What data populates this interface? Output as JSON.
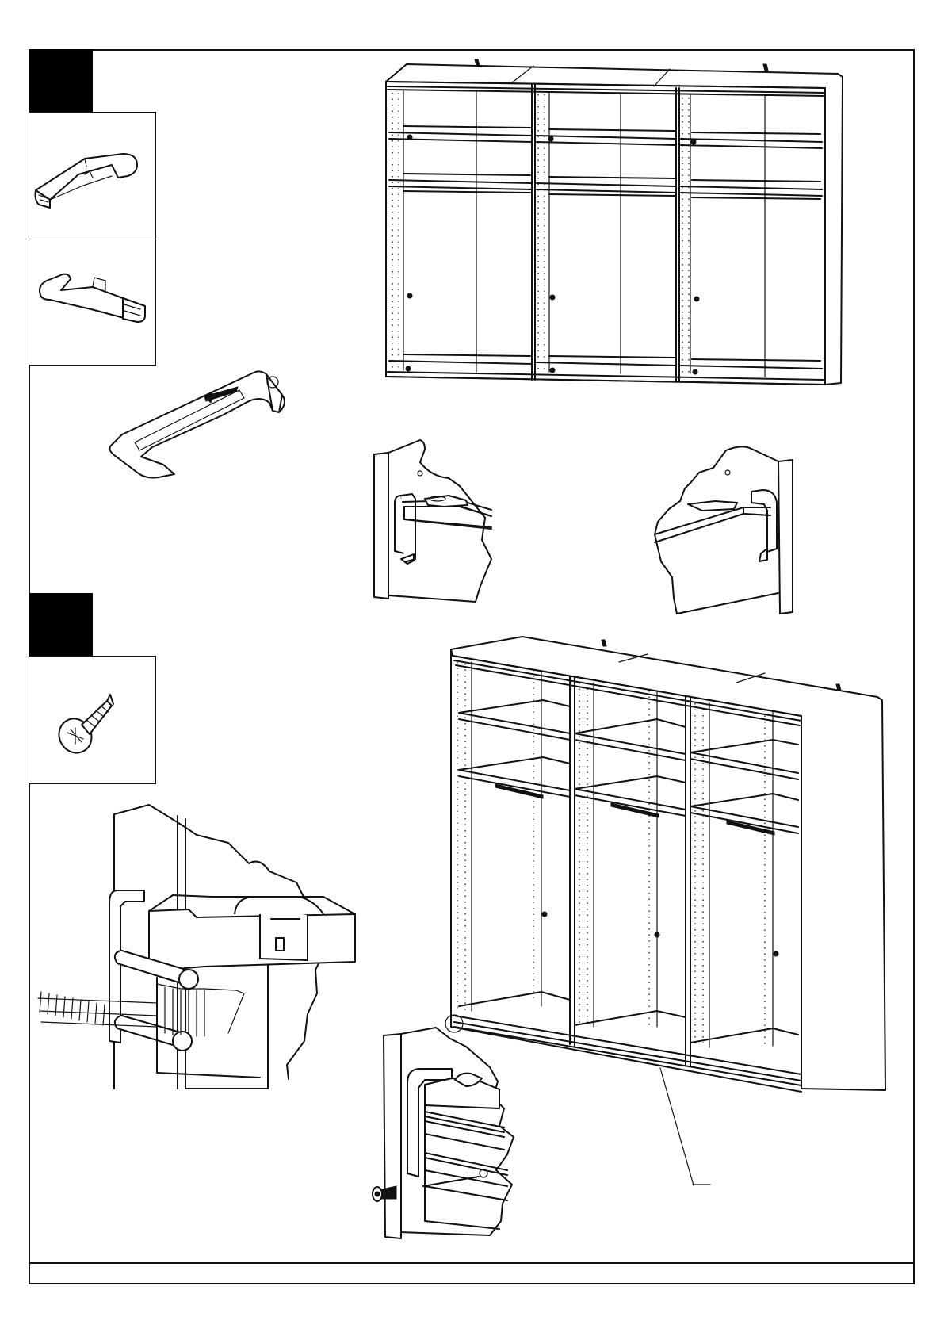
{
  "page": {
    "caption": ""
  },
  "steps": [
    {
      "id": "step-1",
      "number": ""
    },
    {
      "id": "step-2",
      "number": ""
    }
  ],
  "parts": [
    {
      "id": "clip-left",
      "icon": "l-bracket-clip-left",
      "qty": ""
    },
    {
      "id": "clip-right",
      "icon": "l-bracket-clip-right",
      "qty": ""
    },
    {
      "id": "screw",
      "icon": "screw",
      "qty": ""
    }
  ],
  "colors": {
    "ink": "#111111",
    "step_badge": "#000000",
    "paper": "#ffffff"
  }
}
